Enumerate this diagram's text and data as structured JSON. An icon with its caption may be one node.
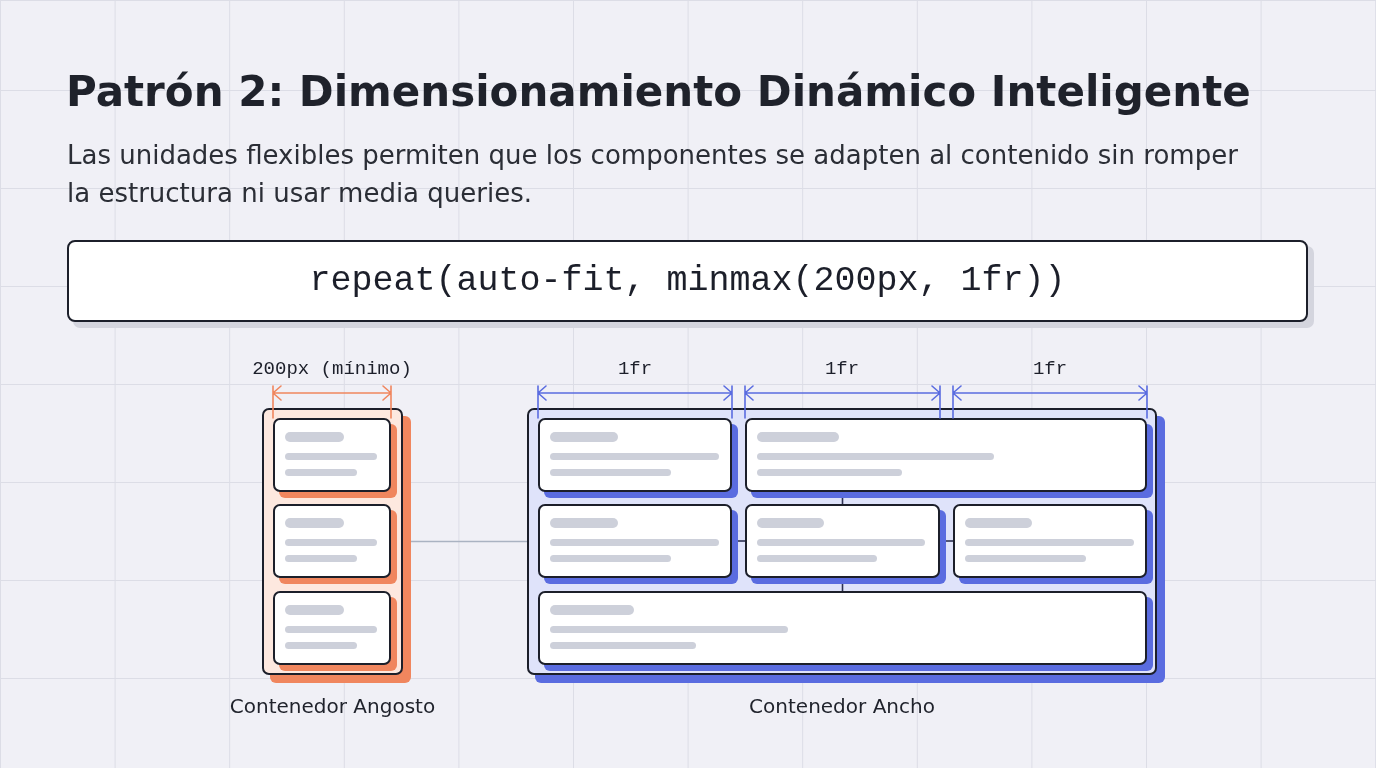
{
  "diagram": {
    "title": "Patrón 2: Dimensionamiento Dinámico Inteligente",
    "nodes": [
      {
        "text": [
          "repeat(auto-fit, minmax(200px, 1fr))"
        ]
      },
      {
        "text": [],
        "shape": "box",
        "beside": [
          "Contenedor Angosto"
        ]
      },
      {
        "text": [],
        "shape": "box",
        "in": 1
      },
      {
        "text": [],
        "shape": "box",
        "in": 1
      },
      {
        "text": [],
        "shape": "box",
        "in": 1
      },
      {
        "text": [],
        "shape": "box",
        "beside": [
          "Contenedor Ancho"
        ]
      },
      {
        "text": [],
        "shape": "box",
        "in": 5
      },
      {
        "text": [],
        "shape": "box",
        "in": 5
      },
      {
        "text": [],
        "shape": "box",
        "in": 5
      },
      {
        "text": [],
        "shape": "box",
        "in": 5
      },
      {
        "text": [],
        "shape": "box",
        "in": 5
      },
      {
        "text": [],
        "shape": "box",
        "in": 5
      }
    ],
    "edges": [
      {
        "from": 1,
        "to": 5,
        "arrow": "none",
        "color": "#aab3c2"
      },
      {
        "from": 7,
        "to": 9,
        "arrow": "none"
      },
      {
        "from": 8,
        "to": 9,
        "arrow": "none"
      },
      {
        "from": 9,
        "to": 10,
        "arrow": "none"
      },
      {
        "from": 9,
        "to": 11,
        "arrow": "none"
      }
    ],
    "labels": [
      "Las unidades flexibles permiten que los componentes se adapten al contenido sin romper la estructura ni usar media queries.",
      "200px (mínimo)",
      "1fr",
      "1fr",
      "1fr"
    ]
  }
}
